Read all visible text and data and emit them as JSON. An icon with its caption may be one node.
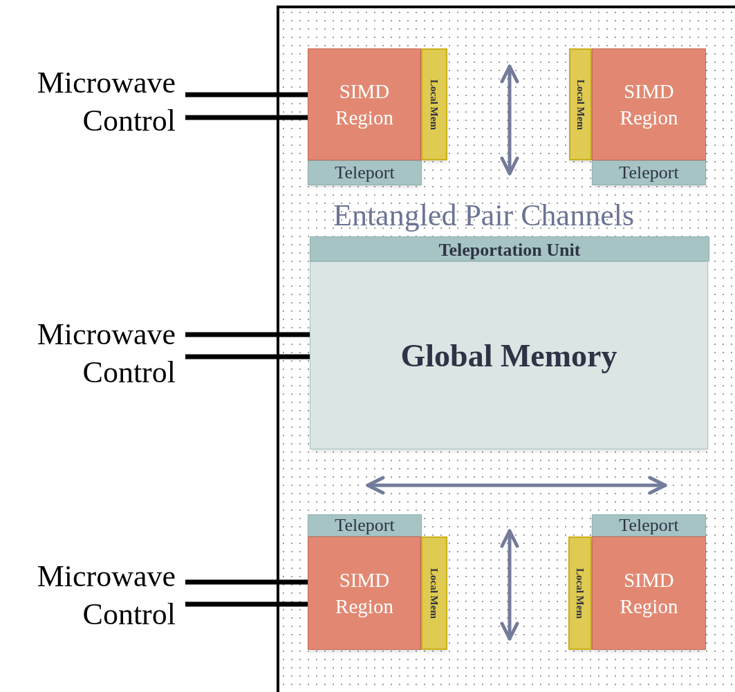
{
  "diagram": {
    "nodes": [
      {
        "text": [],
        "shape": "box"
      },
      {
        "text": [
          "SIMD Region"
        ],
        "in": 0
      },
      {
        "text": [
          "Local Mem"
        ],
        "in": 0
      },
      {
        "text": [
          "Teleport"
        ],
        "in": 0
      },
      {
        "text": [
          "Local Mem"
        ],
        "in": 0
      },
      {
        "text": [
          "SIMD Region"
        ],
        "in": 0
      },
      {
        "text": [
          "Teleport"
        ],
        "in": 0
      },
      {
        "text": [
          "Teleportation Unit"
        ],
        "in": 0
      },
      {
        "text": [
          "Global Memory"
        ],
        "in": 0
      },
      {
        "text": [
          "Teleport"
        ],
        "in": 0
      },
      {
        "text": [
          "SIMD Region"
        ],
        "in": 0
      },
      {
        "text": [
          "Local Mem"
        ],
        "in": 0
      },
      {
        "text": [
          "Teleport"
        ],
        "in": 0
      },
      {
        "text": [
          "Local Mem"
        ],
        "in": 0
      },
      {
        "text": [
          "SIMD Region"
        ],
        "in": 0
      },
      {
        "text": [
          "Microwave Control"
        ]
      },
      {
        "text": [
          "Microwave Control"
        ]
      },
      {
        "text": [
          "Microwave Control"
        ]
      }
    ],
    "edges": [
      {
        "from": 15,
        "to": 1,
        "arrow": "none"
      },
      {
        "from": 15,
        "to": 1,
        "arrow": "none"
      },
      {
        "from": 16,
        "to": 8,
        "arrow": "none"
      },
      {
        "from": 16,
        "to": 8,
        "arrow": "none"
      },
      {
        "from": 17,
        "to": 10,
        "arrow": "none"
      },
      {
        "from": 17,
        "to": 10,
        "arrow": "none"
      }
    ],
    "labels": [
      "Entangled Pair Channels"
    ]
  }
}
